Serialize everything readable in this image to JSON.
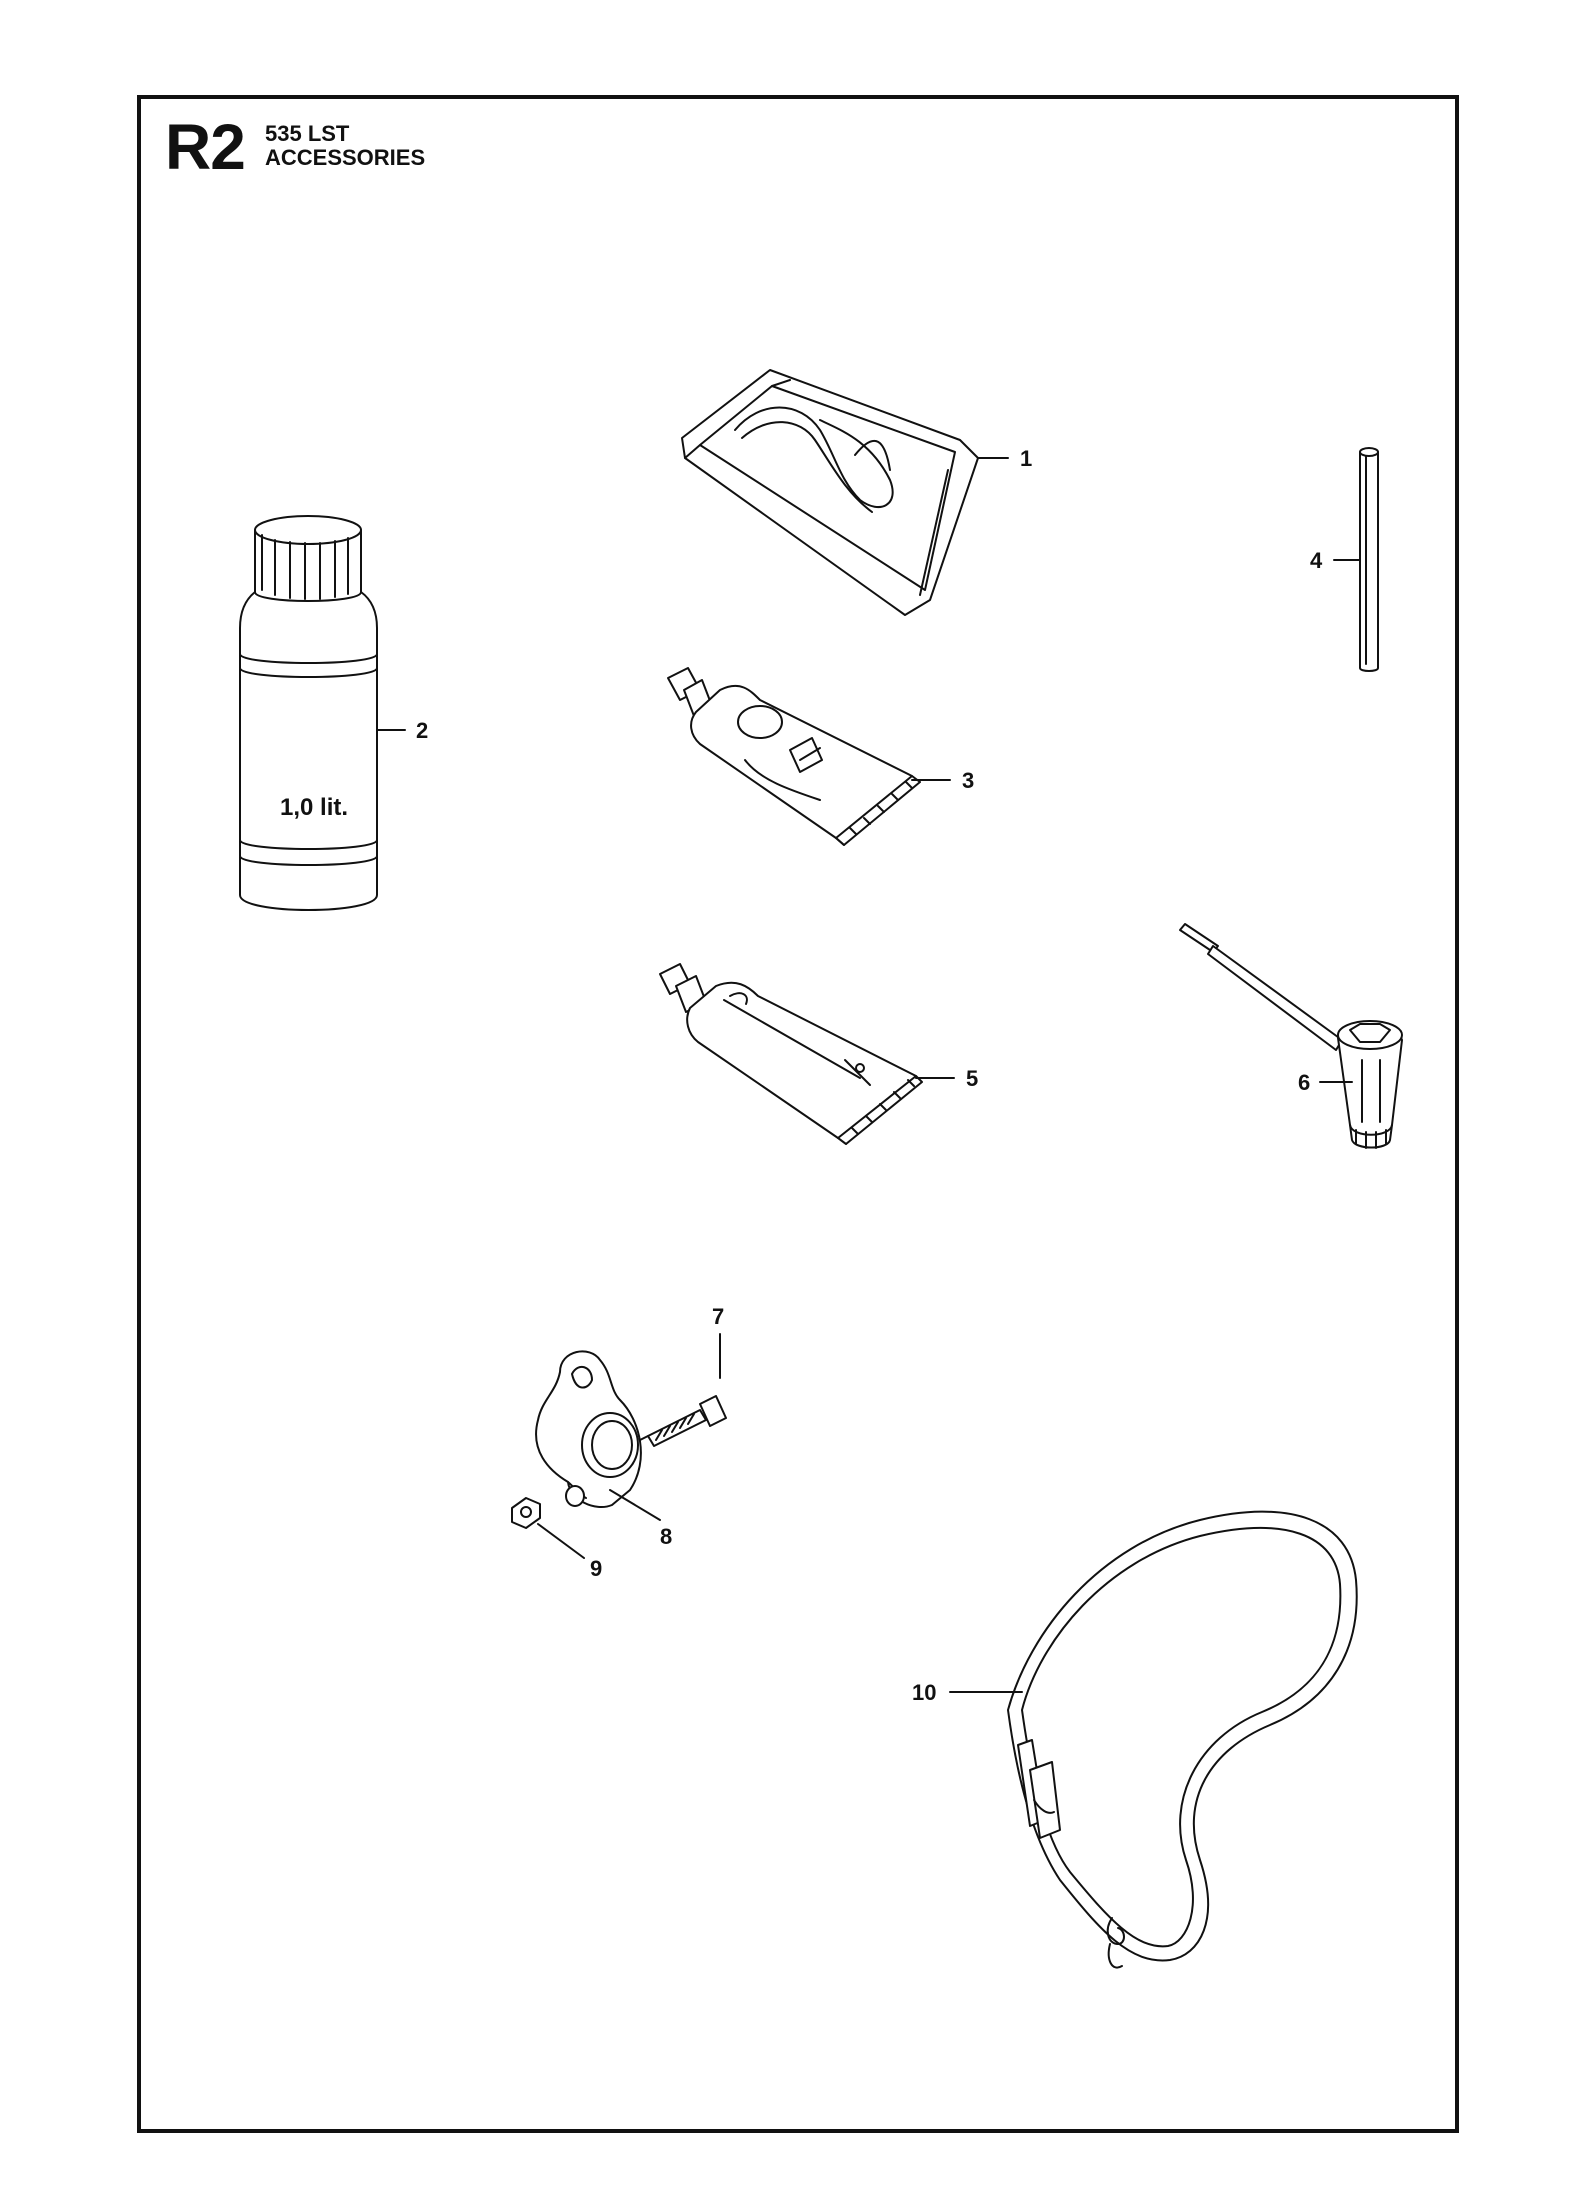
{
  "header": {
    "page_code": "R2",
    "model": "535 LST",
    "section": "ACCESSORIES"
  },
  "parts": [
    {
      "ref": "1",
      "icon": "tool-bag-icon"
    },
    {
      "ref": "2",
      "icon": "oil-bottle-icon"
    },
    {
      "ref": "3",
      "icon": "grease-tube-icon"
    },
    {
      "ref": "4",
      "icon": "pin-rod-icon"
    },
    {
      "ref": "5",
      "icon": "grease-tube-icon"
    },
    {
      "ref": "6",
      "icon": "spark-plug-wrench-icon"
    },
    {
      "ref": "7",
      "icon": "handle-clamp-icon"
    },
    {
      "ref": "8",
      "icon": "screw-icon"
    },
    {
      "ref": "9",
      "icon": "nut-icon"
    },
    {
      "ref": "10",
      "icon": "harness-strap-icon"
    }
  ],
  "bottle_label": "1,0 lit."
}
